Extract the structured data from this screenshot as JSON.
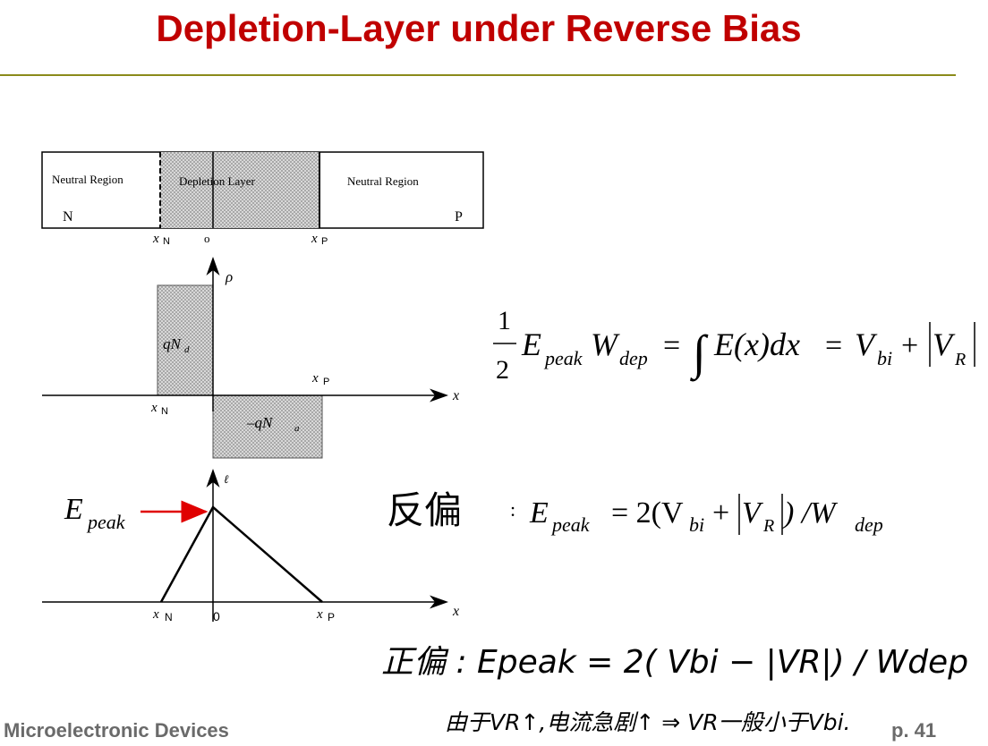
{
  "title": "Depletion-Layer under Reverse Bias",
  "colors": {
    "title": "#c00000",
    "rule": "#8b8b1a",
    "arrow": "#e00000",
    "footer": "#6a6a6a",
    "hatch": "#bdbdbd"
  },
  "diagram": {
    "regions": {
      "left_label": "Neutral Region",
      "middle_label": "Depletion Layer",
      "right_label": "Neutral Region",
      "n": "N",
      "p": "P",
      "xn_label": "x",
      "xn_sub": "N",
      "origin": "o",
      "xp_label": "x",
      "xp_sub": "P"
    },
    "charge": {
      "axis_y": "ρ",
      "axis_x": "x",
      "pos_label": "qN",
      "pos_sub": "d",
      "neg_label": "–qN",
      "neg_sub": "a",
      "xn_label": "x",
      "xn_sub": "N",
      "xp_label": "x",
      "xp_sub": "P"
    },
    "field": {
      "axis_y": "ℓ",
      "axis_x": "x",
      "epeak_E": "E",
      "epeak_sub": "peak",
      "xn_label": "x",
      "xn_sub": "N",
      "zero": "0",
      "xp_label": "x",
      "xp_sub": "P"
    }
  },
  "equations": {
    "eq1": {
      "num": "1",
      "den": "2",
      "E": "E",
      "E_sub": "peak",
      "W": "W",
      "W_sub": "dep",
      "eq": "=",
      "integral": "∫",
      "body": "E(x)dx",
      "eq2": "=",
      "V": "V",
      "V_sub": "bi",
      "plus": "+",
      "VR": "V",
      "VR_sub": "R"
    },
    "eq2": {
      "handwritten_prefix": "反偏",
      "colon": ":",
      "E": "E",
      "E_sub": "peak",
      "rhs": "= 2(V",
      "V_sub": "bi",
      "plus": "+",
      "VR": "V",
      "VR_sub": "R",
      "tail": ") /W",
      "W_sub": "dep"
    },
    "eq3": {
      "handwritten": "正偏 :  Epeak = 2( Vbi − |VR|) / Wdep"
    },
    "note": {
      "handwritten": "由于VR↑,电流急剧↑ ⇒ VR一般小于Vbi."
    }
  },
  "footer": {
    "left": "Microelectronic Devices",
    "right": "p. 41"
  }
}
